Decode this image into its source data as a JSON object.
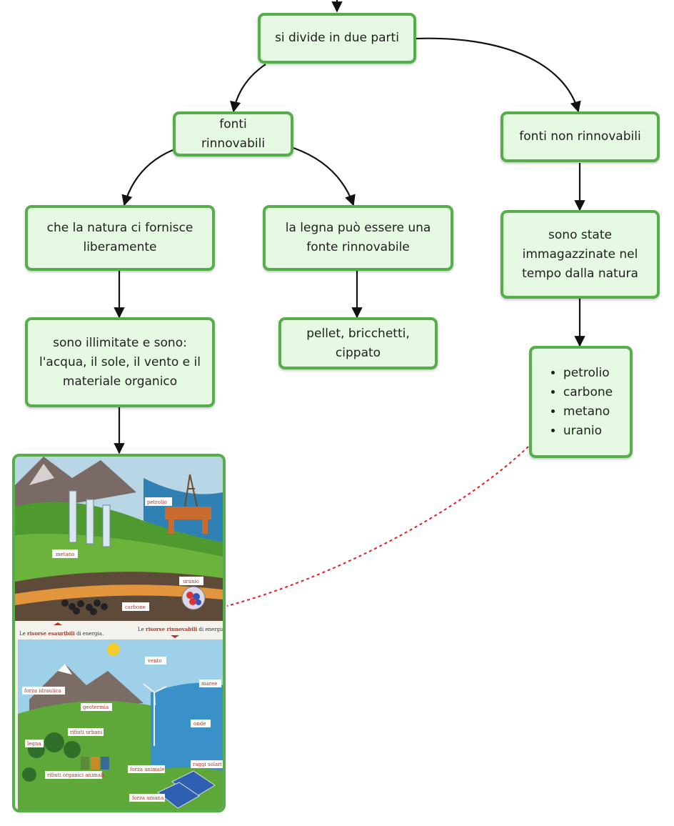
{
  "nodes": {
    "divide": "si divide in due parti",
    "renewable": "fonti rinnovabili",
    "non_renewable": "fonti non rinnovabili",
    "nature_provides": "che la natura ci fornisce liberamente",
    "wood": "la legna può essere una fonte rinnovabile",
    "stored": "sono state immagazzinate nel tempo dalla natura",
    "unlimited": "sono illimitate e sono: l'acqua, il sole, il vento e il materiale organico",
    "pellet": "pellet, bricchetti, cippato",
    "fossil_list": [
      "petrolio",
      "carbone",
      "metano",
      "uranio"
    ]
  },
  "photo": {
    "top_labels": {
      "petrolio": "petrolio",
      "metano": "metano",
      "uranio": "uranio",
      "carbone": "carbone"
    },
    "caption_left_pre": "Le ",
    "caption_left_em": "risorse esauribili",
    "caption_left_post": " di energia.",
    "caption_right_pre": "Le ",
    "caption_right_em": "risorse rinnovabili",
    "caption_right_post": " di energia.",
    "bottom_labels": {
      "vento": "vento",
      "forza_idraulica": "forza idraulica",
      "maree": "maree",
      "geotermia": "geotermia",
      "rifiuti_urbani": "rifiuti urbani",
      "onde": "onde",
      "legna": "legna",
      "rifiuti_organici": "rifiuti organici animali",
      "forza_animale": "forza animale",
      "raggi_solari": "raggi solari",
      "forza_umana": "forza umana"
    }
  },
  "colors": {
    "node_fill": "#e6fae3",
    "node_border": "#56ae4b",
    "connector": "#111111",
    "dotted_link": "#e02020"
  }
}
